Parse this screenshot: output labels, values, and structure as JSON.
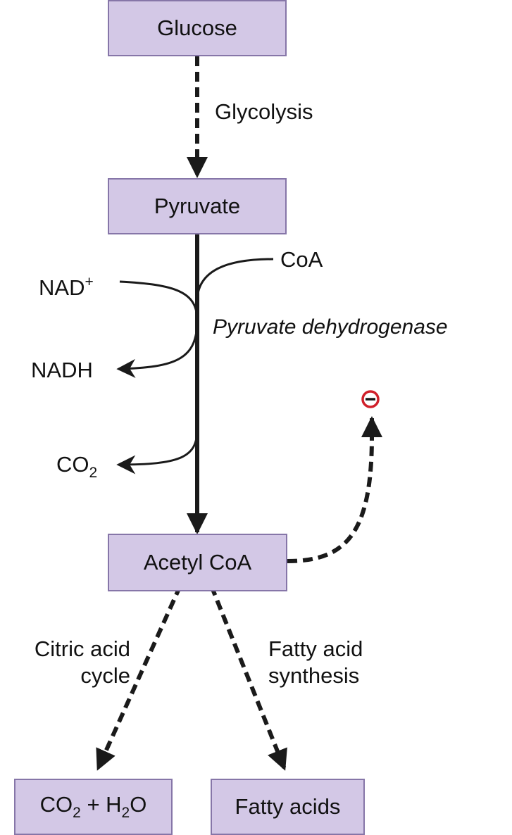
{
  "boxes": {
    "glucose": "Glucose",
    "pyruvate": "Pyruvate",
    "acetyl_coa": "Acetyl CoA",
    "co2_h2o": {
      "co": "CO",
      "sub1": "2",
      "mid": " + H",
      "sub2": "2",
      "end": "O"
    },
    "fatty_acids": "Fatty acids"
  },
  "labels": {
    "glycolysis": "Glycolysis",
    "coa": "CoA",
    "nad_plus": {
      "base": "NAD",
      "sup": "+"
    },
    "pyruvate_dehydrogenase": "Pyruvate dehydrogenase",
    "nadh": "NADH",
    "co2": {
      "base": "CO",
      "sub": "2"
    },
    "citric_acid_cycle": [
      "Citric acid",
      "cycle"
    ],
    "fatty_acid_synthesis": [
      "Fatty acid",
      "synthesis"
    ]
  },
  "inhibition_symbol": "minus-circle-icon",
  "colors": {
    "box_fill": "#d3c8e6",
    "box_border": "#8676a8",
    "arrow": "#1a1a1a",
    "inhibition": "#d0202a"
  }
}
